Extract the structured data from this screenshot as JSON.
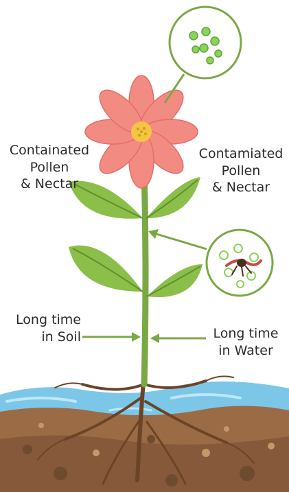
{
  "labels": {
    "left_top": [
      "Containated",
      "Pollen",
      "& Nectar"
    ],
    "right_top": [
      "Contamiated",
      "Pollen",
      "& Nectar"
    ],
    "left_bottom": [
      "Long time",
      "in Soil"
    ],
    "right_bottom": [
      "Long time",
      "in Water"
    ]
  },
  "colors": {
    "petal": "#f28b82",
    "petal_dark": "#e36d68",
    "flower_center": "#f4c542",
    "stem": "#7aa845",
    "leaf": "#8bbf4a",
    "leaf_dark": "#5f8f2e",
    "callout_ring": "#7aa845",
    "pollen": "#8bd35a",
    "water": "#7cc7e8",
    "soil": "#9a6b45",
    "root": "#6b4428",
    "arrow": "#7aa845",
    "text": "#2b2b2b"
  }
}
